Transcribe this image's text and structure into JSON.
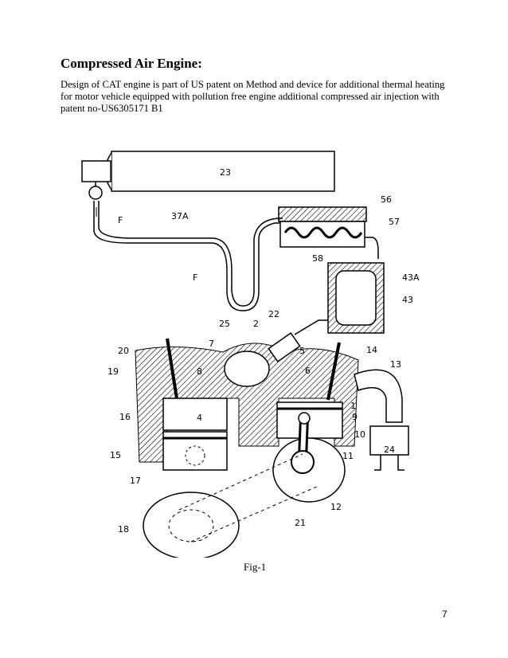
{
  "heading": "Compressed Air Engine:",
  "paragraph": "Design of CAT engine is part of US patent on Method and device for additional thermal heating for motor vehicle equipped with pollution free engine additional compressed air injection with patent no-US6305171 B1",
  "figure": {
    "caption": "Fig-1",
    "labels": {
      "l23": "23",
      "l56": "56",
      "l57": "57",
      "l58": "58",
      "l43A": "43A",
      "l43": "43",
      "l37A": "37A",
      "lF1": "F",
      "lF2": "F",
      "l25": "25",
      "l2": "2",
      "l22": "22",
      "l20": "20",
      "l7": "7",
      "l5": "5",
      "l14": "14",
      "l13": "13",
      "l19": "19",
      "l8": "8",
      "l6": "6",
      "l16": "16",
      "l4": "4",
      "l1": "1",
      "l9": "9",
      "l10": "10",
      "l15": "15",
      "l24": "24",
      "l11": "11",
      "l17": "17",
      "l12": "12",
      "l18": "18",
      "l21": "21"
    }
  },
  "page_number": "7"
}
